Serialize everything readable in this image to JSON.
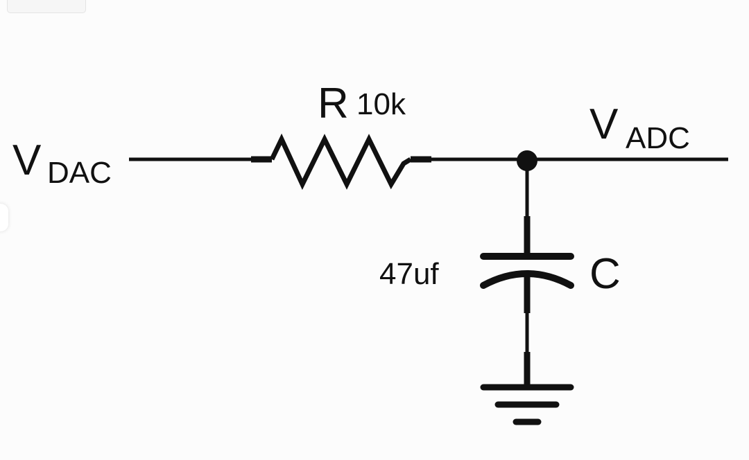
{
  "diagram": {
    "type": "rc-low-pass-circuit",
    "labels": {
      "input_main": "V",
      "input_sub": "DAC",
      "output_main": "V",
      "output_sub": "ADC",
      "resistor_letter": "R",
      "resistor_value": "10k",
      "capacitor_letter": "C",
      "capacitor_value": "47uf"
    },
    "components": [
      {
        "id": "resistor",
        "symbol": "zigzag-resistor",
        "label": "R",
        "value": "10k"
      },
      {
        "id": "capacitor",
        "symbol": "polarized-capacitor",
        "label": "C",
        "value": "47uf"
      },
      {
        "id": "ground",
        "symbol": "ground"
      }
    ],
    "connections": [
      {
        "from": "V_DAC",
        "to": "resistor"
      },
      {
        "from": "resistor",
        "to": "junction"
      },
      {
        "from": "junction",
        "to": "V_ADC"
      },
      {
        "from": "junction",
        "to": "capacitor"
      },
      {
        "from": "capacitor",
        "to": "ground"
      }
    ],
    "colors": {
      "ink": "#111111",
      "background": "#fcfcfc"
    }
  }
}
